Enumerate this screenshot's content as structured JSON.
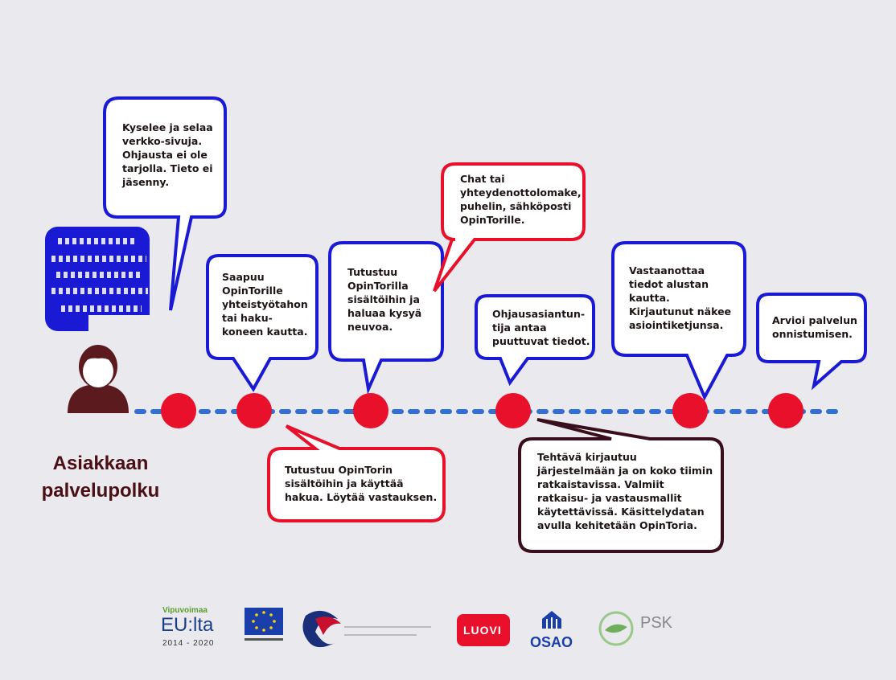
{
  "title": "Asiakkaan\npalvelupolku",
  "bubbles": {
    "b1": "Kyselee ja  selaa\nverkko-sivuja.\nOhjausta ei ole\ntarjolla. Tieto ei\njäsenny.",
    "b2": "Saapuu\nOpinTorille\nyhteistyötahon\ntai haku-\nkoneen kautta.",
    "b3": "Tutustuu\nOpinTorilla\nsisältöihin ja\nhaluaa kysyä\nneuvoa.",
    "b4": "Chat tai\nyhteydenottolomake,\npuhelin, sähköposti\nOpinTorille.",
    "b5": "Ohjausasiantun-\ntija antaa\npuuttuvat tiedot.",
    "b6": "Vastaanottaa\ntiedot alustan\nkautta.\nKirjautunut näkee\nasiointiketjunsa.",
    "b7": "Arvioi palvelun\nonnistumisen.",
    "b8": "Tutustuu OpinTorin\nsisältöihin ja käyttää\nhakua. Löytää vastauksen.",
    "b9": "Tehtävä kirjautuu\njärjestelmään ja on koko tiimin\nratkaistavissa. Valmiit\nratkaisu- ja vastausmallit\nkäytettävissä. Käsittelydatan\navulla kehitetään OpinToria."
  },
  "colors": {
    "blue": "#1a1ad4",
    "red": "#e8102a",
    "dark": "#3a0f1c",
    "dot": "#2f6fd6",
    "person": "#5a1a1e"
  },
  "logos": {
    "eu_top": "Vipuvoimaa",
    "eu_main": "EU:lta",
    "eu_years": "2014 - 2020",
    "luovi": "LUOVI",
    "osao": "OSAO",
    "psk": "PSK"
  },
  "icons": {
    "person": "person-icon",
    "eu_flag": "eu-flag-icon",
    "luovi": "luovi-logo",
    "osao": "osao-logo",
    "psk": "psk-logo"
  }
}
